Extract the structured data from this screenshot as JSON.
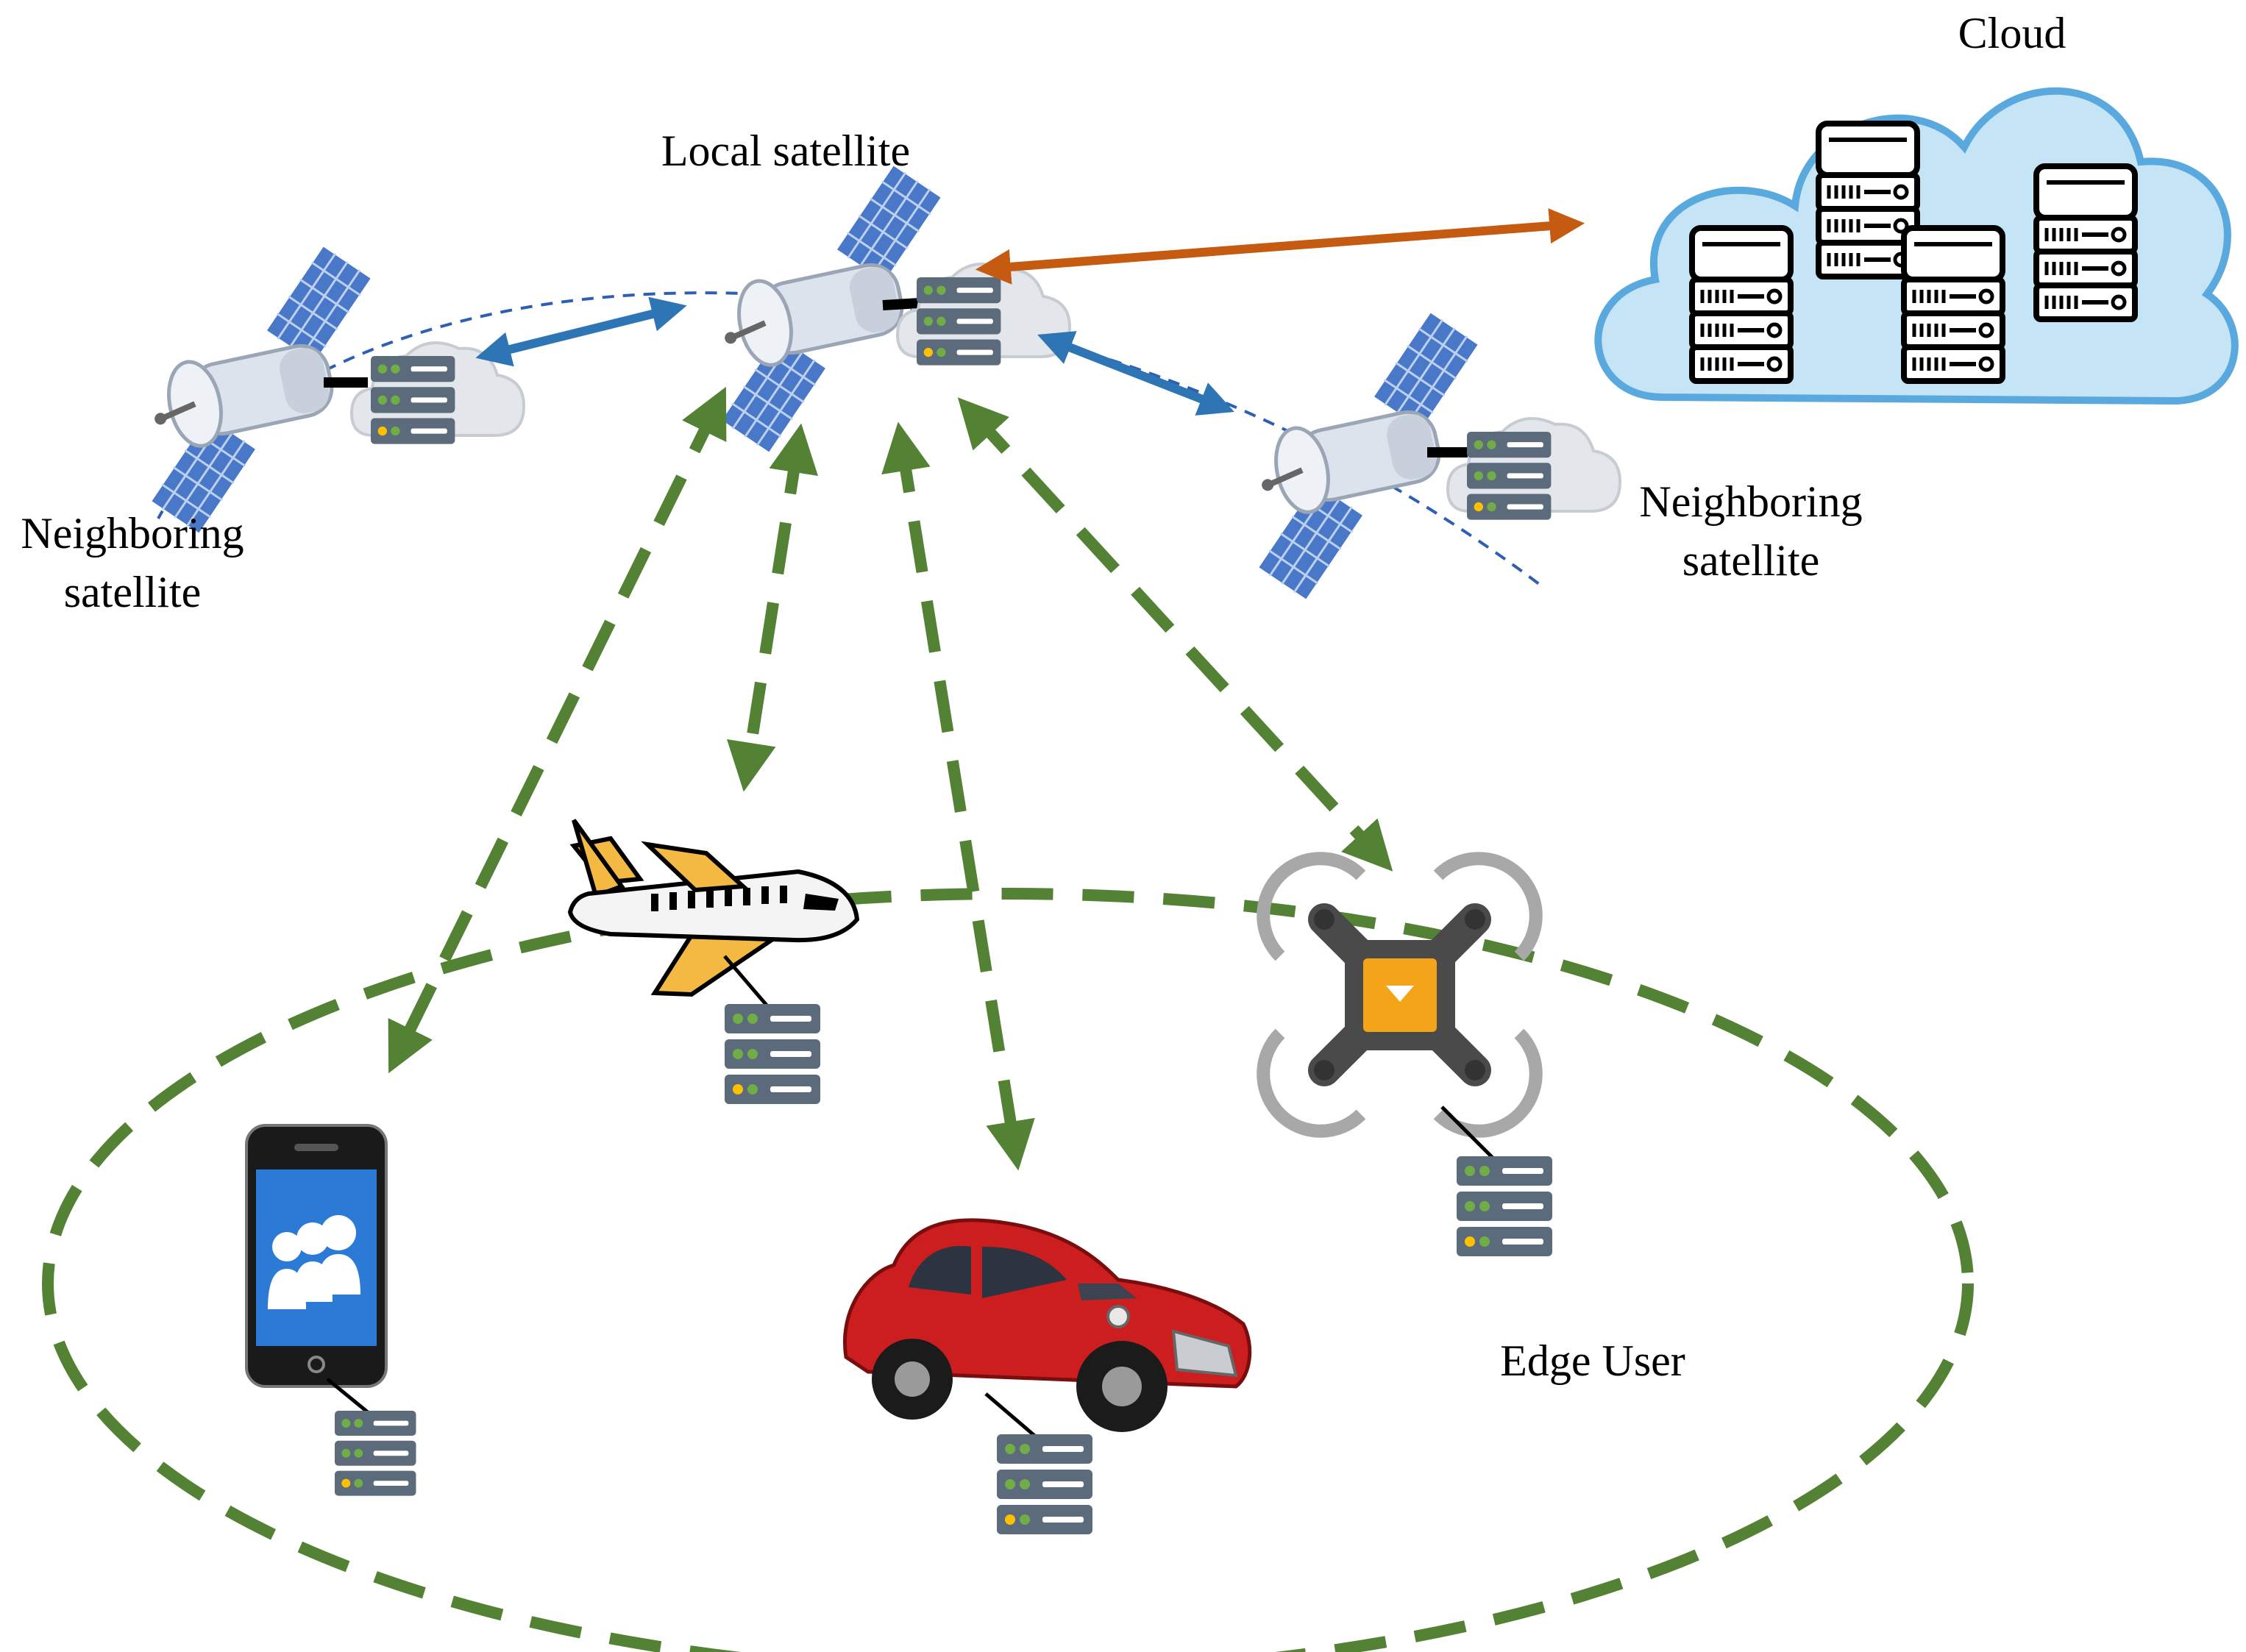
{
  "labels": {
    "cloud": "Cloud",
    "local_satellite": "Local satellite",
    "neighboring_left": [
      "Neighboring",
      "satellite"
    ],
    "neighboring_right": [
      "Neighboring",
      "satellite"
    ],
    "edge_user": "Edge User"
  },
  "colors": {
    "orbit": "#2f5fb3",
    "inter_satellite_link": "#2e75b6",
    "cloud_link": "#c55a11",
    "ground_link": "#548235",
    "cloud_fill": "#c5e4f5",
    "cloud_border": "#5aa9de",
    "server_body": "#5b6b7b",
    "server_led_green": "#70ad47",
    "server_led_amber": "#ffc000"
  },
  "icons": [
    "satellite-icon",
    "server-icon",
    "cloud-icon",
    "airplane-icon",
    "drone-icon",
    "smartphone-icon",
    "car-icon"
  ]
}
